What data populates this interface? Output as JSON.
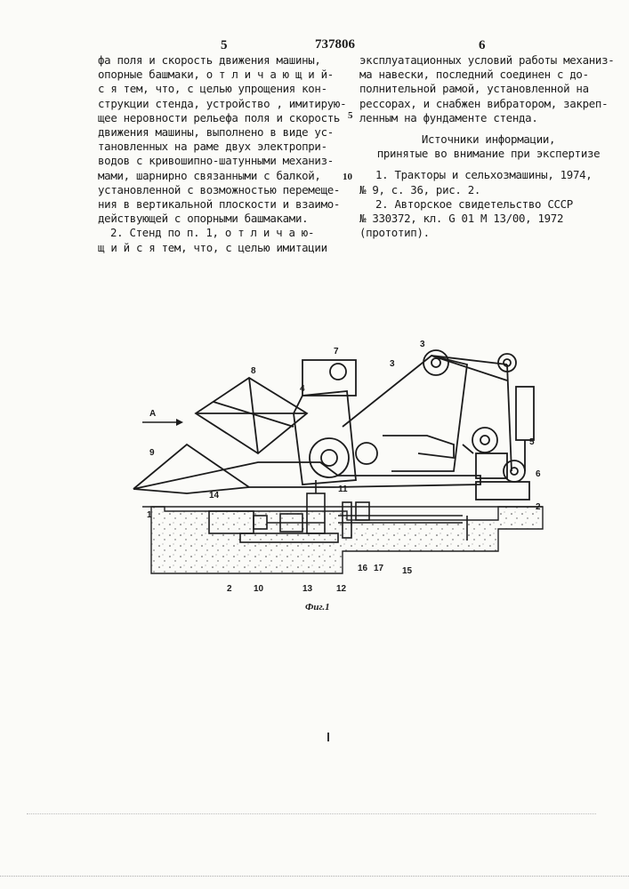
{
  "header": {
    "page_left": "5",
    "patent_number": "737806",
    "page_right": "6"
  },
  "left_column": {
    "lines": [
      "фа поля и скорость движения машины,",
      "опорные башмаки, о т л и ч а ю щ и й-",
      "с я тем, что, с целью упрощения кон-",
      "струкции стенда, устройство , имитирую-",
      "щее неровности рельефа поля и скорость",
      "движения машины, выполнено в виде ус-",
      "тановленных на раме двух электропри-",
      "водов с кривошипно-шатунными механиз-",
      "мами, шарнирно связанными с балкой,",
      "установленной с возможностью перемеще-",
      "ния в вертикальной плоскости и взаимо-",
      "действующей с опорными башмаками.",
      "2. Стенд по п. 1, о т л и ч а ю-",
      "щ и й с я тем, что, с целью имитации"
    ]
  },
  "right_column": {
    "lines": [
      "эксплуатационных условий работы механиз-",
      "ма навески, последний соединен с до-",
      "полнительной рамой, установленной на",
      "рессорах, и снабжен вибратором, закреп-",
      "ленным на фундаменте стенда."
    ],
    "sources_title_1": "Источники информации,",
    "sources_title_2": "принятые во внимание при экспертизе",
    "ref1_line1": "1. Тракторы и сельхозмашины, 1974,",
    "ref1_line2": "№ 9, с. 36, рис. 2.",
    "ref2_line1": "2. Авторское свидетельство СССР",
    "ref2_line2": "№ 330372, кл. G 01 M 13/00, 1972",
    "ref2_line3": "(прототип)."
  },
  "line_numbers": {
    "n5": "5",
    "n10": "10"
  },
  "figure": {
    "caption": "Фиг.1",
    "arrow_label": "A",
    "part_labels": {
      "l1": "1",
      "l2a": "2",
      "l2b": "2",
      "l3a": "3",
      "l3b": "3",
      "l4": "4",
      "l5": "5",
      "l6": "6",
      "l7": "7",
      "l8": "8",
      "l9": "9",
      "l10": "10",
      "l11": "11",
      "l12": "12",
      "l13": "13",
      "l14": "14",
      "l15": "15",
      "l16": "16",
      "l17": "17"
    }
  }
}
